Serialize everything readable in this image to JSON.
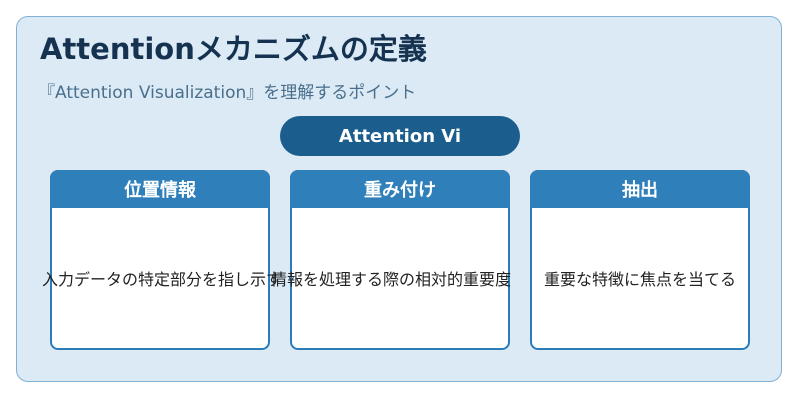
{
  "header": {
    "title": "Attentionメカニズムの定義",
    "subtitle": "『Attention Visualization』を理解するポイント"
  },
  "center_label": "Attention Vi",
  "cards": [
    {
      "title": "位置情報",
      "text": "入力データの特定部分を指し示す"
    },
    {
      "title": "重み付け",
      "text": "情報を処理する際の相対的重要度"
    },
    {
      "title": "抽出",
      "text": "重要な特徴に焦点を当てる"
    }
  ],
  "colors": {
    "panel_bg": "#dbeaf5",
    "panel_border": "#7fb0d6",
    "title_text": "#153250",
    "pill_bg": "#1b5e8e",
    "card_header_bg": "#2f80ba",
    "card_border": "#2c7cb7"
  }
}
